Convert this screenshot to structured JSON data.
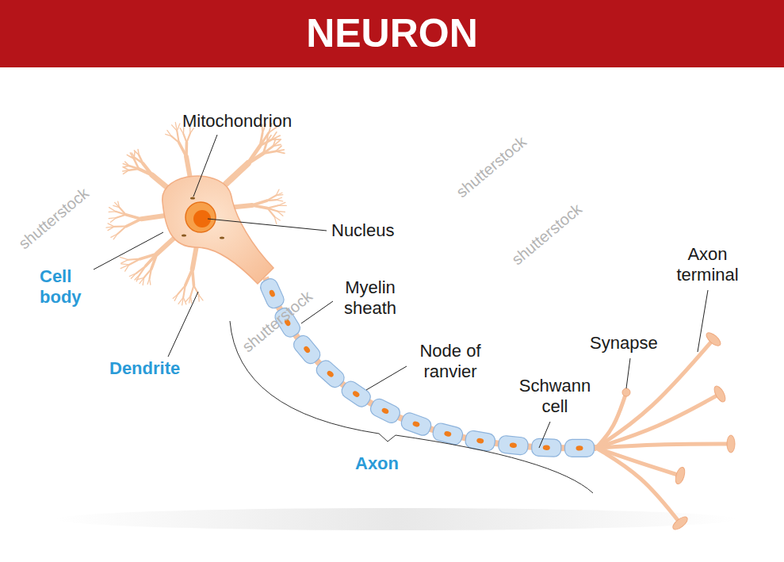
{
  "diagram": {
    "title": "NEURON",
    "labels": [
      "Mitochondrion",
      "Nucleus",
      "Cell body",
      "Dendrite",
      "Myelin sheath",
      "Node of ranvier",
      "Axon",
      "Synapse",
      "Axon terminal",
      "Schwann cell",
      "shutterstock",
      "shutterstock",
      "shutterstock",
      "shutterstock"
    ]
  }
}
